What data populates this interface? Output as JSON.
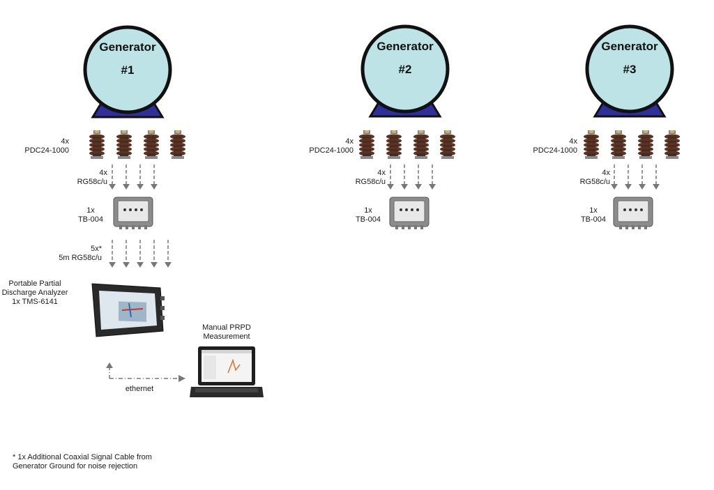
{
  "generators": [
    {
      "title": "Generator",
      "number": "#1",
      "sensors_label": [
        "4x",
        "PDC24-1000"
      ],
      "cables_label": [
        "4x",
        "RG58c/u"
      ],
      "tb_label": [
        "1x",
        "TB-004"
      ]
    },
    {
      "title": "Generator",
      "number": "#2",
      "sensors_label": [
        "4x",
        "PDC24-1000"
      ],
      "cables_label": [
        "4x",
        "RG58c/u"
      ],
      "tb_label": [
        "1x",
        "TB-004"
      ]
    },
    {
      "title": "Generator",
      "number": "#3",
      "sensors_label": [
        "4x",
        "PDC24-1000"
      ],
      "cables_label": [
        "4x",
        "RG58c/u"
      ],
      "tb_label": [
        "1x",
        "TB-004"
      ]
    }
  ],
  "analyzer_cables_label": [
    "5x*",
    "5m RG58c/u"
  ],
  "analyzer_label": [
    "Portable Partial",
    "Discharge Analyzer",
    "1x TMS-6141"
  ],
  "laptop_label": [
    "Manual PRPD",
    "Measurement"
  ],
  "ethernet_label": "ethernet",
  "footnote": [
    "* 1x Additional Coaxial Signal Cable from",
    "Generator Ground for noise rejection"
  ],
  "colors": {
    "generator_fill": "#bde3e6",
    "generator_stroke": "#111111",
    "base_fill": "#2f2f9a",
    "insulator": "#5a3325",
    "arrow": "#777777"
  }
}
